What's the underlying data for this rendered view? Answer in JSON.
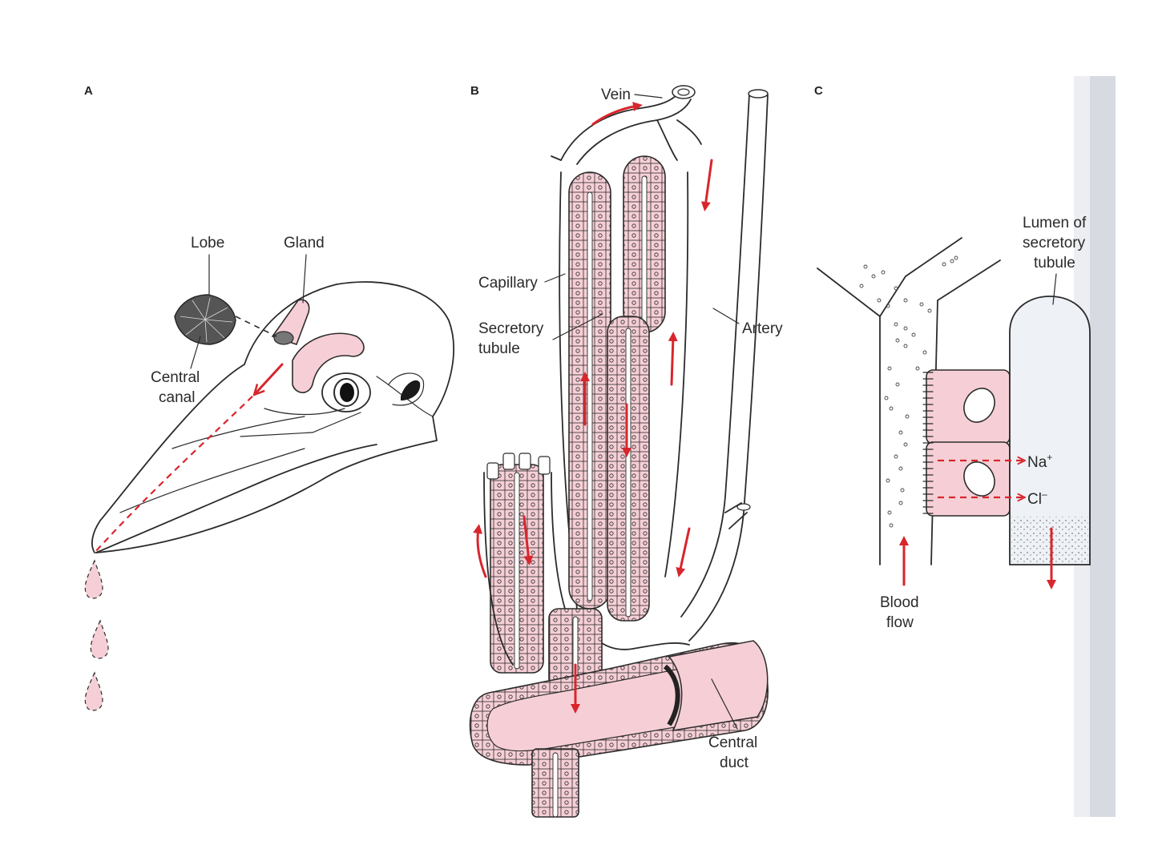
{
  "panels": {
    "a": {
      "letter": "A"
    },
    "b": {
      "letter": "B"
    },
    "c": {
      "letter": "C"
    }
  },
  "labels": {
    "lobe": "Lobe",
    "gland": "Gland",
    "central_canal_1": "Central",
    "central_canal_2": "canal",
    "vein": "Vein",
    "capillary": "Capillary",
    "secretory_tubule_1": "Secretory",
    "secretory_tubule_2": "tubule",
    "artery": "Artery",
    "central_duct_1": "Central",
    "central_duct_2": "duct",
    "lumen_1": "Lumen of",
    "lumen_2": "secretory",
    "lumen_3": "tubule",
    "na": "Na",
    "na_sup": "+",
    "cl": "Cl",
    "cl_sup": "–",
    "blood_flow_1": "Blood",
    "blood_flow_2": "flow"
  },
  "colors": {
    "accent_red": "#d8262c",
    "tissue_pink": "#f6cfd6",
    "ink": "#2b2b2b"
  }
}
